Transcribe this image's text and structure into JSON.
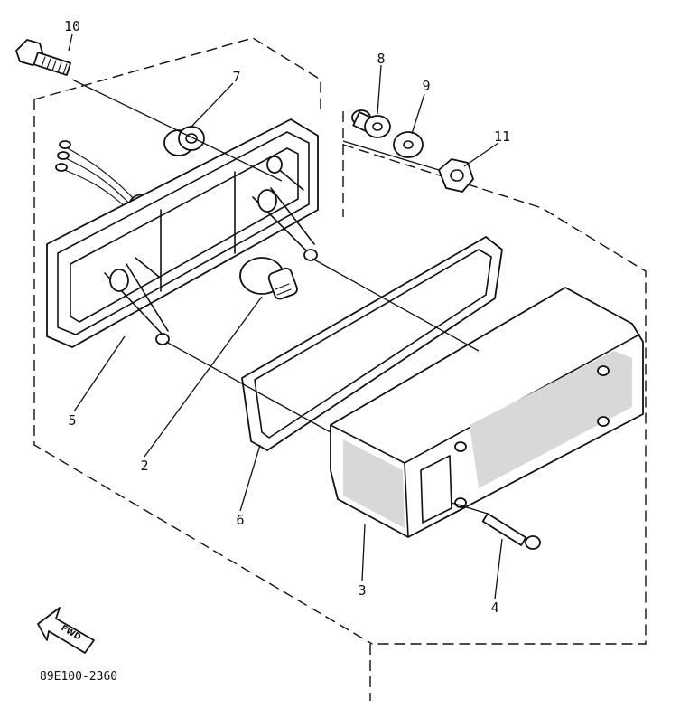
{
  "callouts": [
    "10",
    "7",
    "8",
    "9",
    "11",
    "5",
    "2",
    "6",
    "3",
    "4"
  ],
  "direction_mark": "FWD",
  "drawing_code": "89E100-2360"
}
